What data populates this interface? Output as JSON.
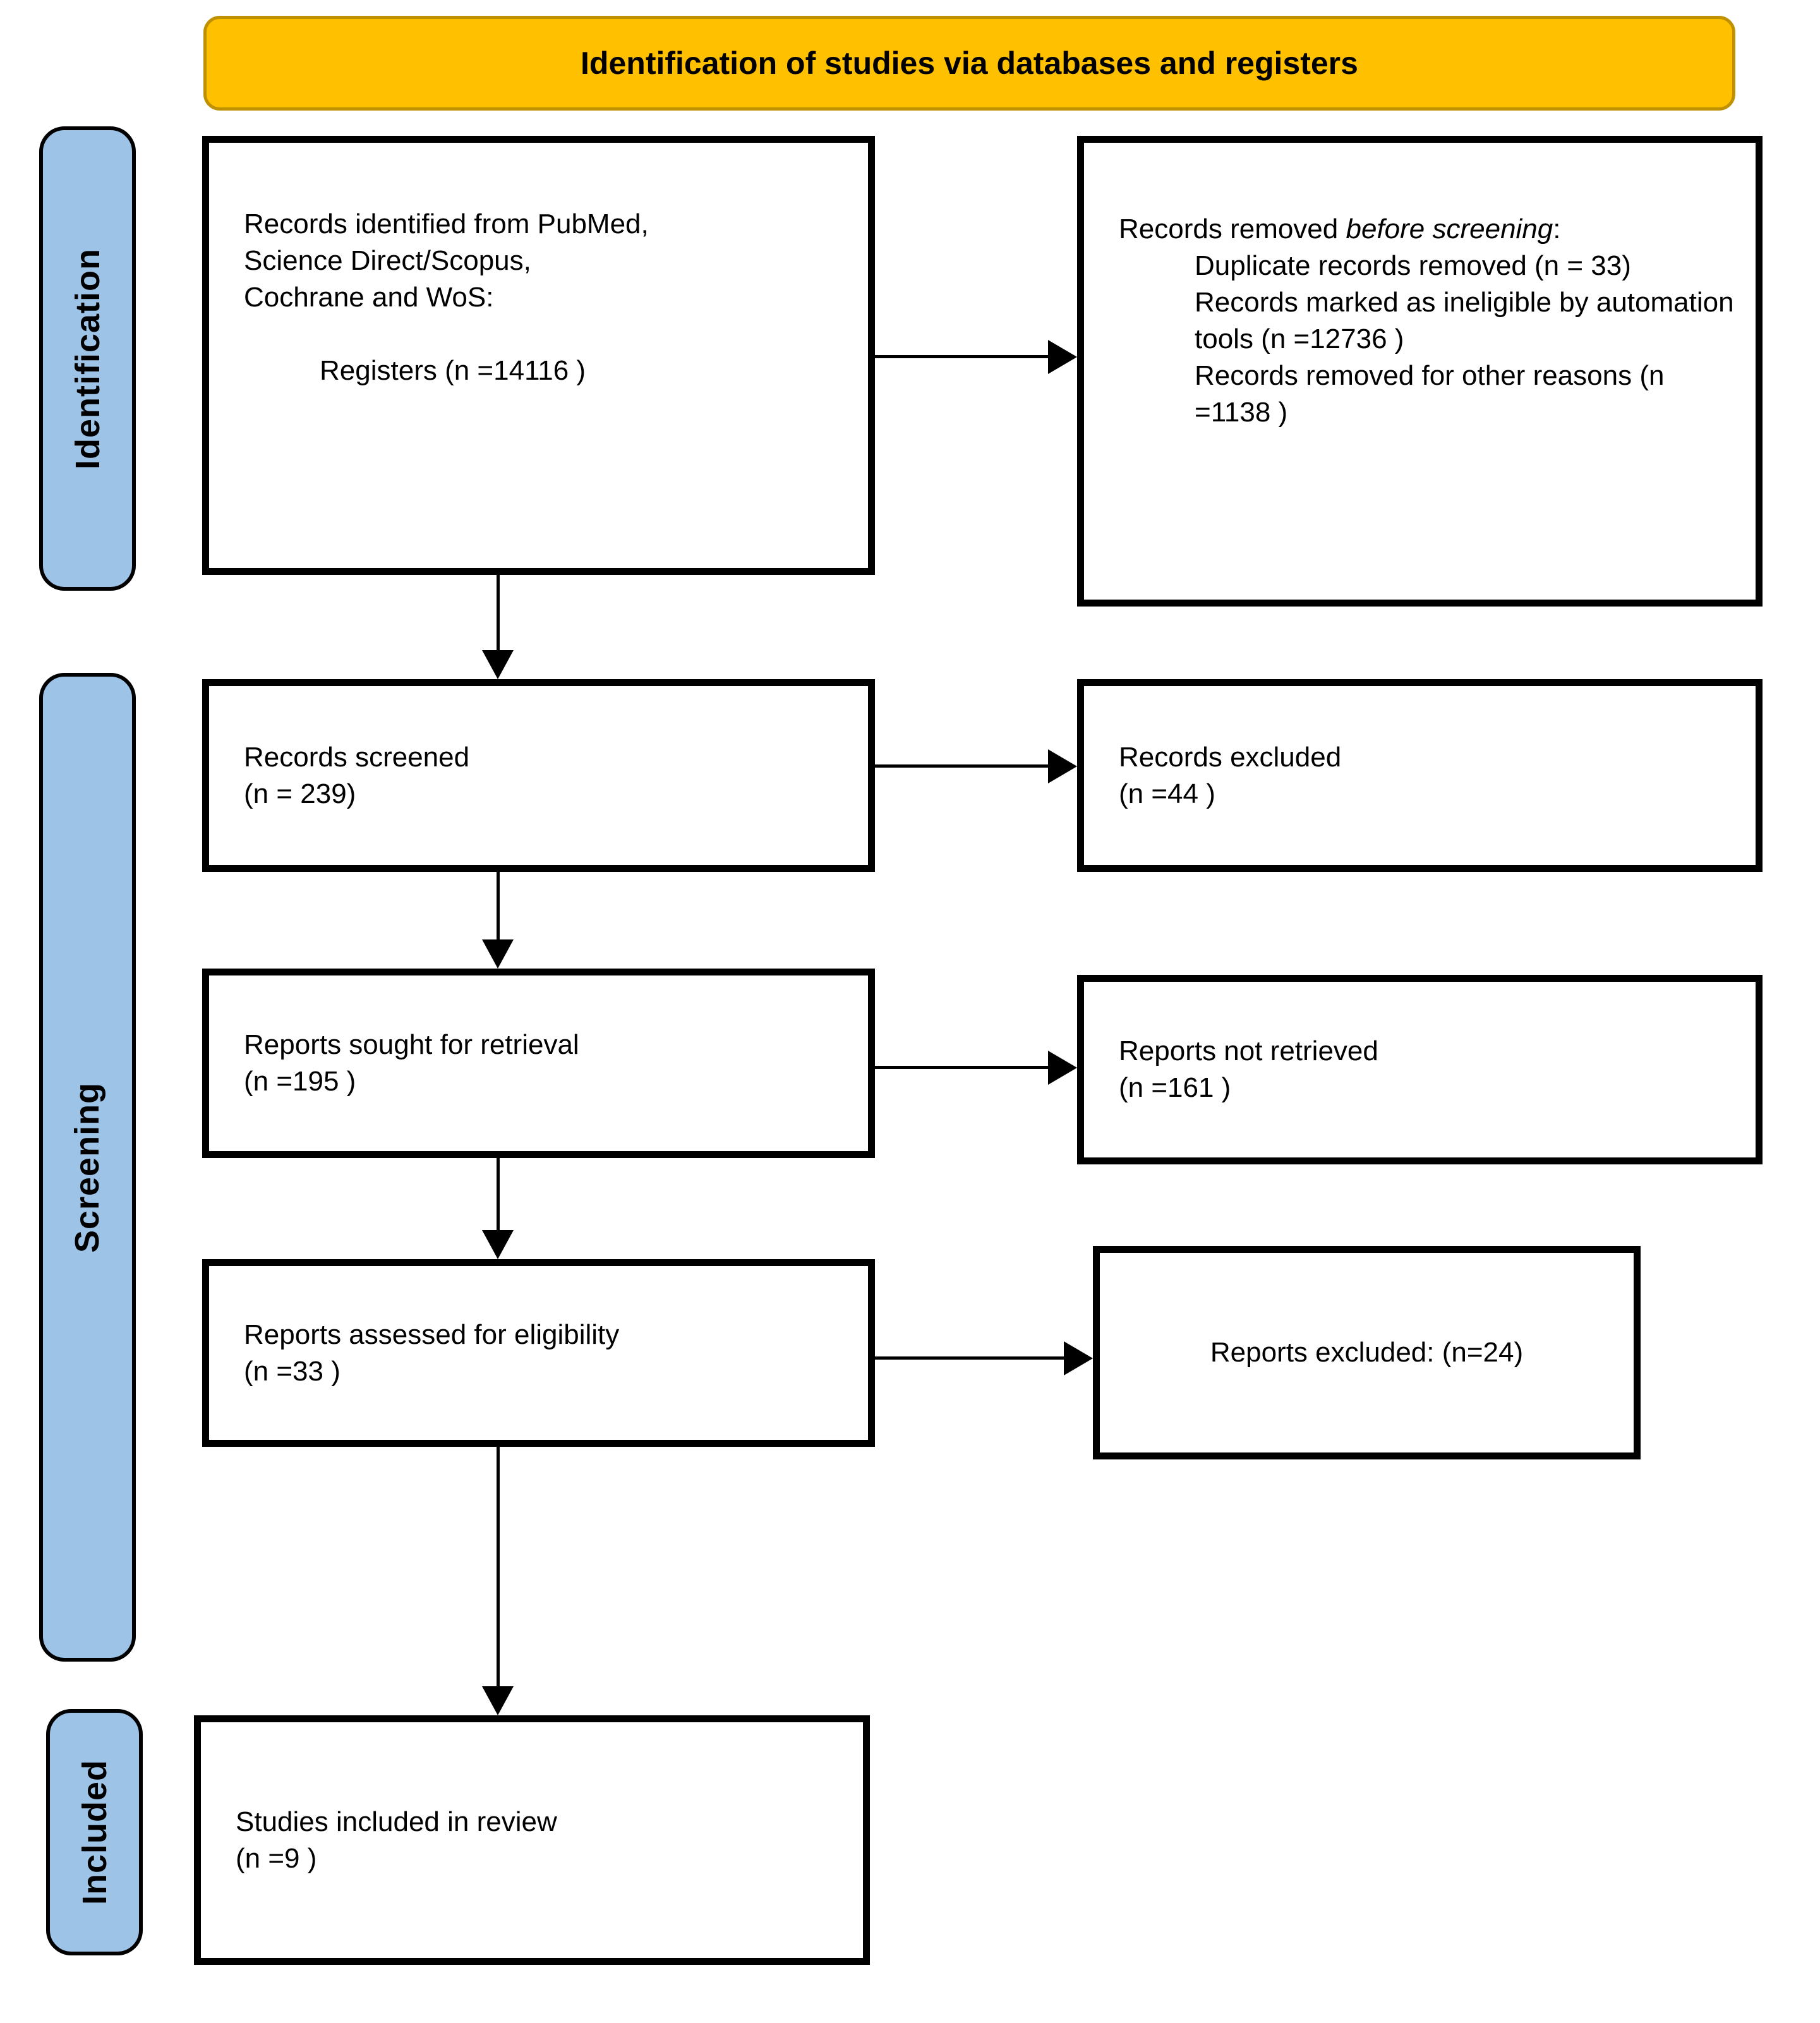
{
  "title": "Identification of studies via databases and registers",
  "stages": {
    "identification": "Identification",
    "screening": "Screening",
    "included": "Included"
  },
  "boxes": {
    "records_identified": {
      "body": "Records identified from PubMed,\nScience Direct/Scopus,\nCochrane and WoS:",
      "registers": "Registers (n =14116 )"
    },
    "records_removed": {
      "prefix": "Records removed ",
      "emphasis": "before screening",
      "suffix": ":",
      "items": [
        "Duplicate records removed  (n = 33)",
        "Records marked as ineligible by automation tools (n =12736 )",
        "Records removed for other reasons (n =1138 )"
      ]
    },
    "records_screened": "Records screened\n(n = 239)",
    "records_excluded": "Records excluded\n(n =44 )",
    "reports_sought": "Reports sought for retrieval\n(n =195 )",
    "reports_not_retrieved": "Reports not retrieved\n(n =161 )",
    "reports_assessed": "Reports assessed for eligibility\n(n =33 )",
    "reports_excluded": "Reports excluded: (n=24)",
    "studies_included": "Studies included in review\n(n =9 )"
  },
  "colors": {
    "banner_fill": "#FFC000",
    "banner_border": "#BF9000",
    "stage_fill": "#9DC3E6",
    "box_border": "#000000",
    "arrow": "#000000"
  }
}
